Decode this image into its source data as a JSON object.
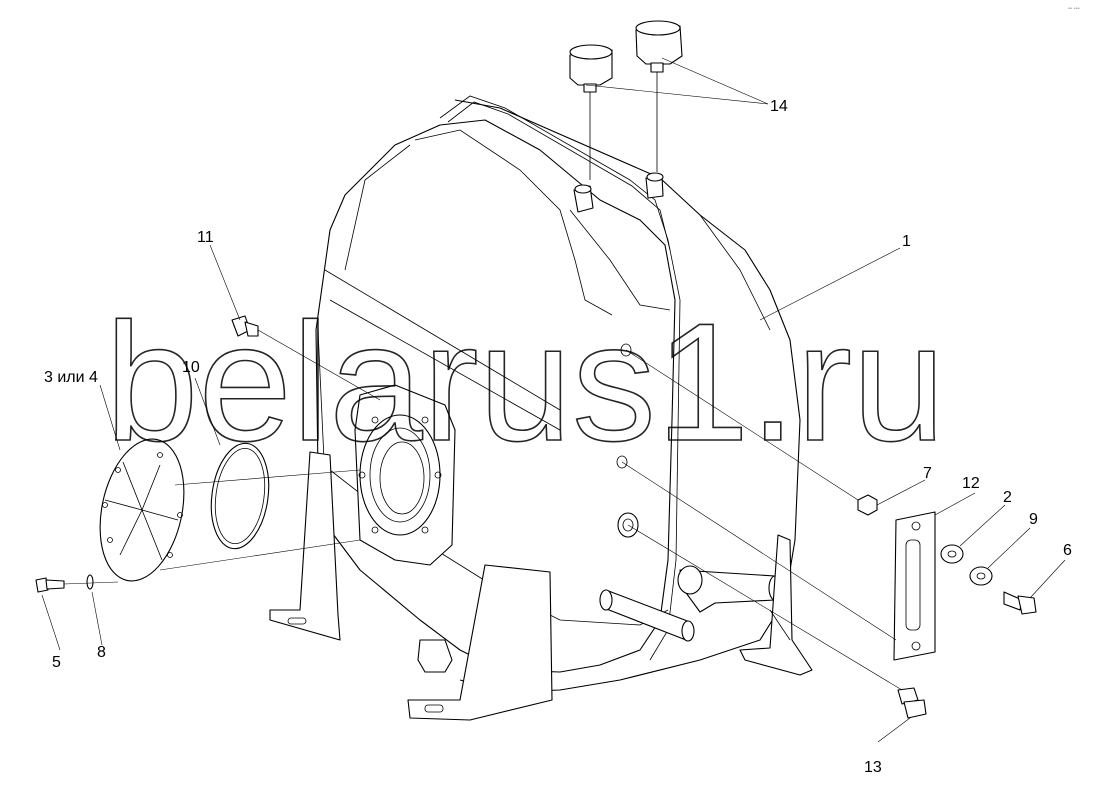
{
  "watermark": "belarus1.ru",
  "corner_mark": "ᵃᵉ ᵉᵉᵉ",
  "callouts": [
    {
      "id": "1",
      "label": "1"
    },
    {
      "id": "2",
      "label": "2"
    },
    {
      "id": "3-4",
      "label": "3 или 4"
    },
    {
      "id": "5",
      "label": "5"
    },
    {
      "id": "6",
      "label": "6"
    },
    {
      "id": "7",
      "label": "7"
    },
    {
      "id": "8",
      "label": "8"
    },
    {
      "id": "9",
      "label": "9"
    },
    {
      "id": "10",
      "label": "10"
    },
    {
      "id": "11",
      "label": "11"
    },
    {
      "id": "12",
      "label": "12"
    },
    {
      "id": "13",
      "label": "13"
    },
    {
      "id": "14",
      "label": "14"
    }
  ]
}
